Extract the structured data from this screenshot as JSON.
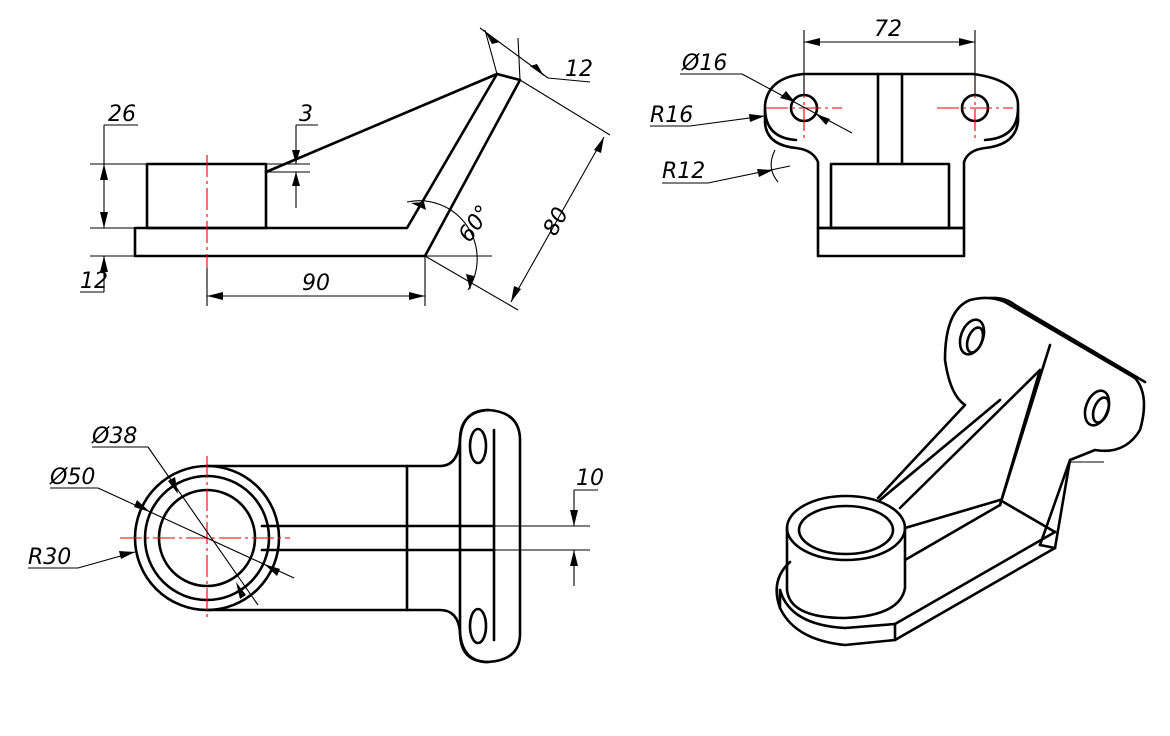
{
  "front_view": {
    "dim_base_thickness": "12",
    "dim_boss_height": "26",
    "dim_rib_gap": "3",
    "dim_arm_thickness": "12",
    "dim_angle": "60°",
    "dim_arm_length": "80",
    "dim_horizontal": "90"
  },
  "side_view": {
    "dim_hole_spacing": "72",
    "dim_hole_diameter": "Ø16",
    "dim_ear_radius": "R16",
    "dim_fillet_radius": "R12"
  },
  "top_view": {
    "dim_inner_diameter": "Ø38",
    "dim_outer_diameter": "Ø50",
    "dim_flange_radius": "R30",
    "dim_rib_width": "10"
  }
}
